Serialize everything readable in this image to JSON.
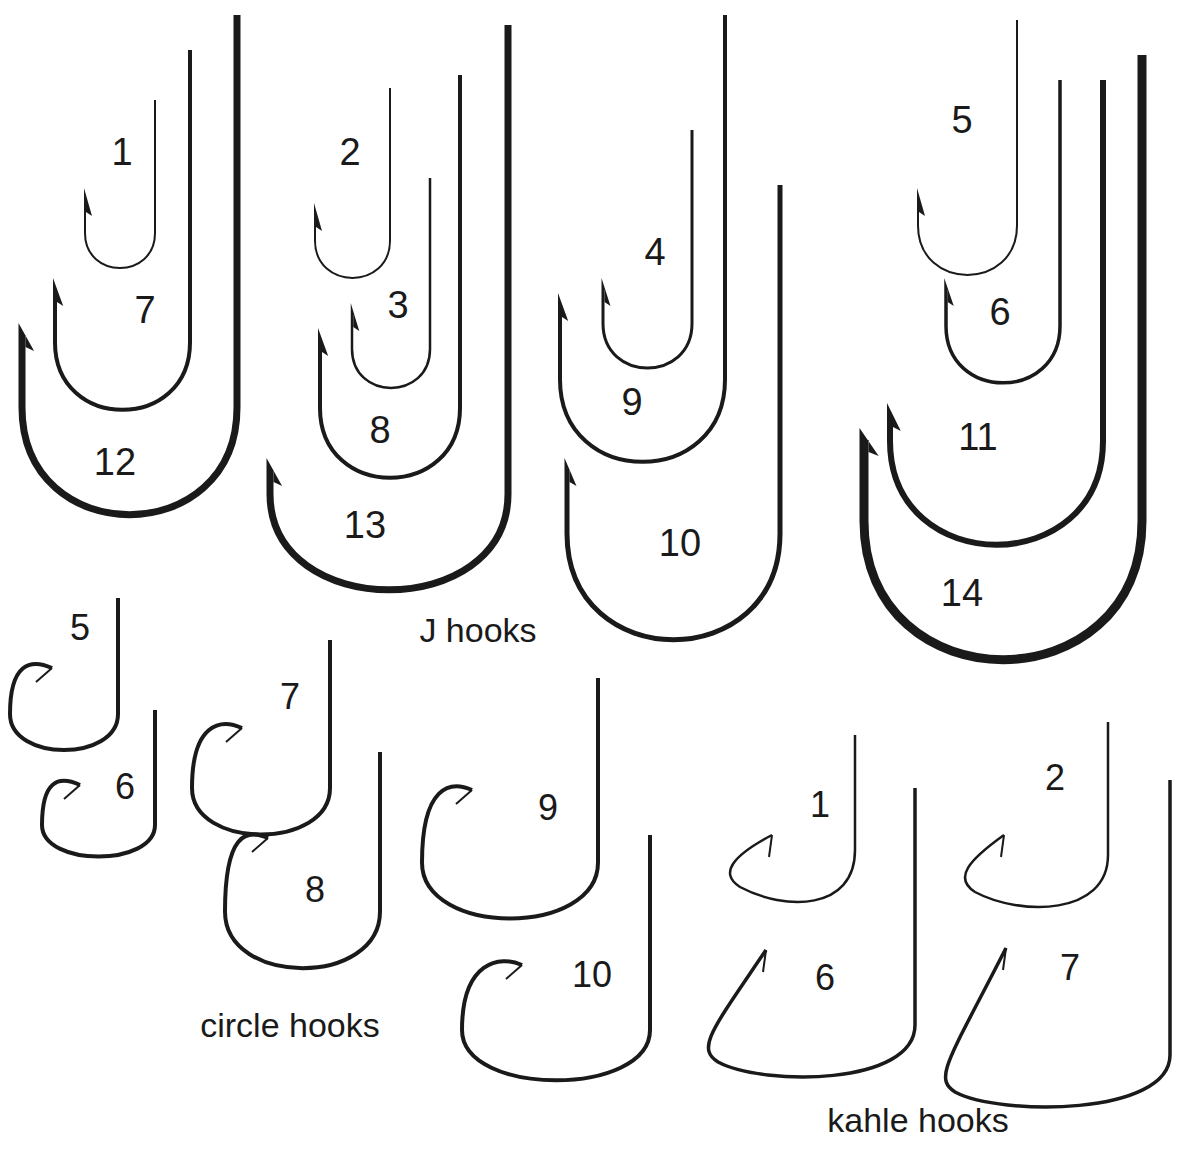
{
  "diagram": {
    "labels": [
      "1",
      "7",
      "12",
      "2",
      "3",
      "8",
      "13",
      "4",
      "9",
      "10",
      "5",
      "6",
      "11",
      "14",
      "J hooks",
      "5",
      "6",
      "7",
      "8",
      "9",
      "10",
      "circle hooks",
      "1",
      "2",
      "6",
      "7",
      "kahle hooks"
    ]
  }
}
